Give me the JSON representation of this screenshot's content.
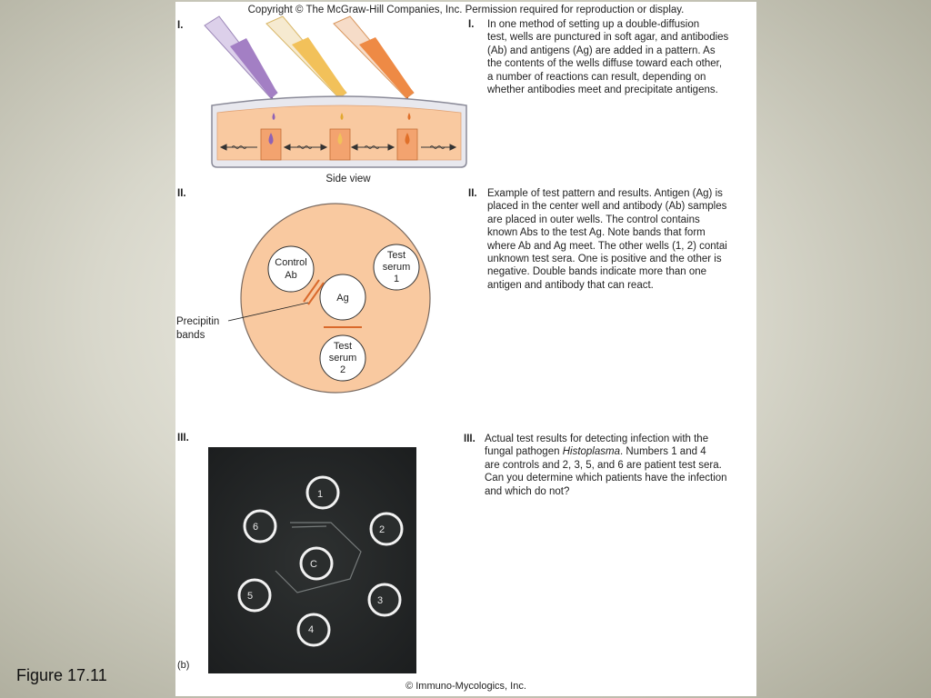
{
  "slide": {
    "figure_label": "Figure 17.11"
  },
  "header": {
    "copyright": "Copyright © The McGraw-Hill Companies, Inc. Permission required for reproduction or display."
  },
  "section1": {
    "roman": "I.",
    "caption": "Side view",
    "description_num": "I.",
    "description": "In one method of setting up a double-diffusion\ntest, wells are punctured in soft agar, and antibodies\n(Ab) and antigens (Ag) are added in a pattern. As\nthe contents of the wells diffuse toward each other,\na number of reactions can result, depending on\nwhether antibodies meet and precipitate antigens.",
    "pipette_colors": [
      "#a37fc4",
      "#f2c15a",
      "#ee8a45"
    ]
  },
  "section2": {
    "roman": "II.",
    "control_line1": "Control",
    "control_line2": "Ab",
    "center_label": "Ag",
    "serum1_line1": "Test",
    "serum1_line2": "serum",
    "serum1_line3": "1",
    "serum2_line1": "Test",
    "serum2_line2": "serum",
    "serum2_line3": "2",
    "callout_line1": "Precipitin",
    "callout_line2": "bands",
    "description_num": "II.",
    "description": "Example of test pattern and results. Antigen (Ag) is\nplaced in the center well and antibody (Ab) samples\nare placed in outer wells. The control contains\nknown Abs to the test Ag. Note bands that form\nwhere Ab and Ag meet. The other wells (1, 2) contai\nunknown test sera. One is positive and the other is\nnegative. Double bands indicate more than one\nantigen and antibody that can react.",
    "dish_color": "#f9c9a0",
    "band_color": "#d9692c"
  },
  "section3": {
    "roman": "III.",
    "description_num": "III.",
    "description_part1": "Actual test results for detecting infection with the\nfungal pathogen ",
    "description_italic": "Histoplasma",
    "description_part2": ". Numbers 1 and 4\nare controls and 2, 3, 5, and 6 are patient test sera.\nCan you determine which patients have the infection\nand which do not?",
    "wells": [
      "1",
      "2",
      "3",
      "4",
      "5",
      "6",
      "C"
    ],
    "panel_label": "(b)",
    "photo_credit": "© Immuno-Mycologics, Inc."
  }
}
